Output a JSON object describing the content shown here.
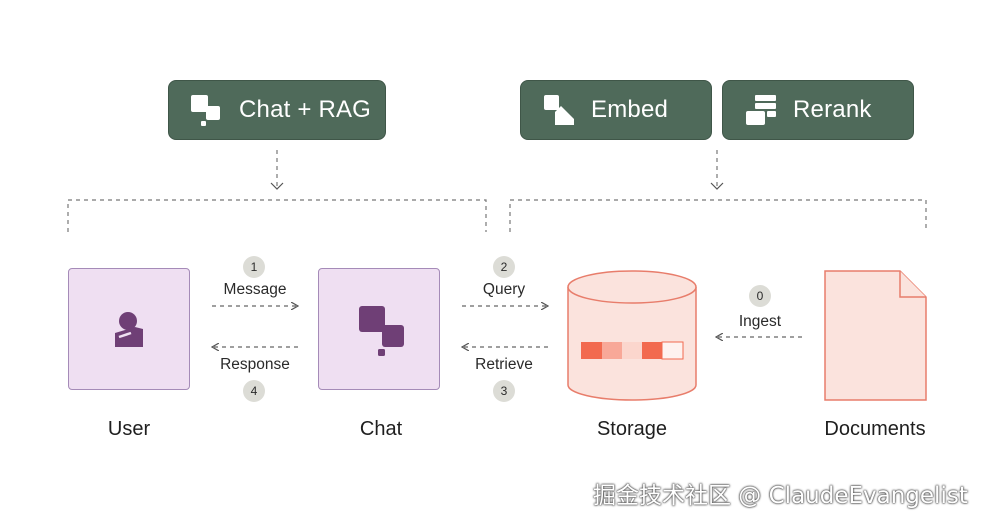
{
  "header_groups": {
    "chat_rag": {
      "label": "Chat + RAG",
      "icon": "chat-bubbles-icon"
    },
    "embed": {
      "label": "Embed",
      "icon": "embed-icon"
    },
    "rerank": {
      "label": "Rerank",
      "icon": "rerank-icon"
    }
  },
  "nodes": {
    "user": {
      "label": "User",
      "icon": "user-icon"
    },
    "chat": {
      "label": "Chat",
      "icon": "chat-bubbles-icon"
    },
    "storage": {
      "label": "Storage",
      "icon": "database-icon"
    },
    "documents": {
      "label": "Documents",
      "icon": "document-icon"
    }
  },
  "flows": {
    "message": {
      "step": "1",
      "label": "Message"
    },
    "query": {
      "step": "2",
      "label": "Query"
    },
    "retrieve": {
      "step": "3",
      "label": "Retrieve"
    },
    "response": {
      "step": "4",
      "label": "Response"
    },
    "ingest": {
      "step": "0",
      "label": "Ingest"
    }
  },
  "watermark": "掘金技术社区 @ ClaudeEvangelist",
  "colors": {
    "pill_bg": "#4f6a5a",
    "node_bg": "#efdff2",
    "node_border": "#a58bb8",
    "node_icon": "#6f3f76",
    "storage_bg": "#fbe3dd",
    "storage_border": "#e87d6b",
    "storage_accent": "#f26a4f"
  }
}
